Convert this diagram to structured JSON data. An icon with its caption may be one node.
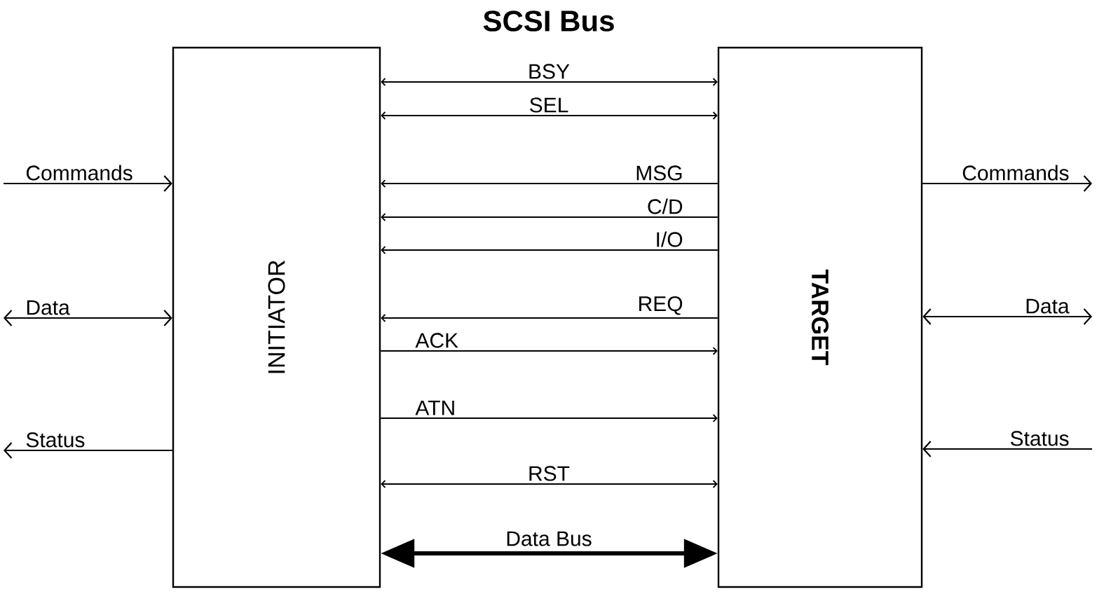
{
  "diagram": {
    "title": "SCSI Bus",
    "nodes": [
      {
        "text": [
          "INITIATOR"
        ]
      },
      {
        "text": [
          "TARGET"
        ]
      }
    ],
    "edges": [
      {
        "from": 0,
        "to": 1,
        "arrow": "both",
        "label": "BSY"
      },
      {
        "from": 0,
        "to": 1,
        "arrow": "both",
        "label": "SEL"
      },
      {
        "from": 1,
        "to": 0,
        "arrow": "to",
        "label": "MSG"
      },
      {
        "from": 1,
        "to": 0,
        "arrow": "to",
        "label": "C/D"
      },
      {
        "from": 1,
        "to": 0,
        "arrow": "to",
        "label": "I/O"
      },
      {
        "from": 1,
        "to": 0,
        "arrow": "to",
        "label": "REQ"
      },
      {
        "from": 0,
        "to": 1,
        "arrow": "to",
        "label": "ACK"
      },
      {
        "from": 0,
        "to": 1,
        "arrow": "to",
        "label": "ATN"
      },
      {
        "from": 0,
        "to": 1,
        "arrow": "both",
        "label": "RST"
      },
      {
        "from": 0,
        "to": 1,
        "arrow": "both",
        "label": "Data Bus",
        "style": "thick"
      },
      {
        "from": null,
        "to": 0,
        "arrow": "to",
        "label": "Commands"
      },
      {
        "from": null,
        "to": 0,
        "arrow": "both",
        "label": "Data"
      },
      {
        "from": 0,
        "to": null,
        "arrow": "to",
        "label": "Status"
      },
      {
        "from": 1,
        "to": null,
        "arrow": "to",
        "label": "Commands"
      },
      {
        "from": null,
        "to": 1,
        "arrow": "both",
        "label": "Data"
      },
      {
        "from": null,
        "to": 1,
        "arrow": "to",
        "label": "Status"
      }
    ]
  }
}
